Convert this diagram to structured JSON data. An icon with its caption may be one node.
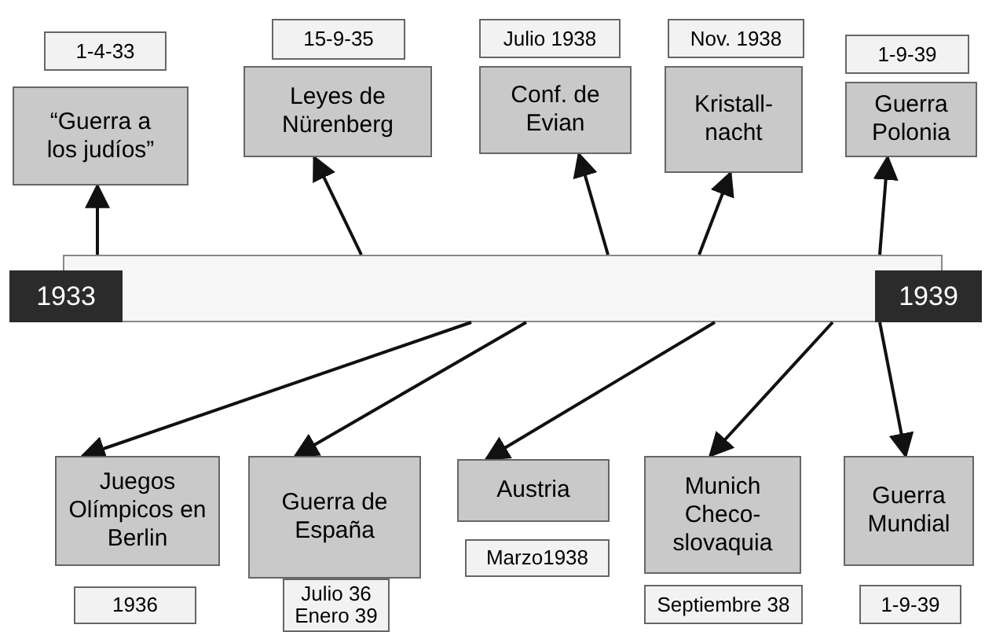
{
  "diagram": {
    "nodes": [
      {
        "text": [
          "1-4-33"
        ]
      },
      {
        "text": [
          "“Guerra a los judíos”"
        ]
      },
      {
        "text": [
          "15-9-35"
        ]
      },
      {
        "text": [
          "Leyes de Nürenberg"
        ]
      },
      {
        "text": [
          "Julio 1938"
        ]
      },
      {
        "text": [
          "Conf. de Evian"
        ]
      },
      {
        "text": [
          "Nov. 1938"
        ]
      },
      {
        "text": [
          "Kristall- nacht"
        ]
      },
      {
        "text": [
          "1-9-39"
        ]
      },
      {
        "text": [
          "Guerra Polonia"
        ]
      },
      {
        "text": [],
        "shape": "bar"
      },
      {
        "text": [
          "1933"
        ]
      },
      {
        "text": [
          "1939"
        ]
      },
      {
        "text": [
          "Juegos Olímpicos en Berlin"
        ]
      },
      {
        "text": [
          "1936"
        ]
      },
      {
        "text": [
          "Guerra de España"
        ]
      },
      {
        "text": [
          "Julio 36 Enero 39"
        ]
      },
      {
        "text": [
          "Austria"
        ]
      },
      {
        "text": [
          "Marzo1938"
        ]
      },
      {
        "text": [
          "Munich Checo- slovaquia"
        ]
      },
      {
        "text": [
          "Septiembre 38"
        ]
      },
      {
        "text": [
          "Guerra Mundial"
        ]
      },
      {
        "text": [
          "1-9-39"
        ]
      }
    ],
    "edges": [
      {
        "from": 10,
        "to": 1,
        "arrow": "to"
      },
      {
        "from": 10,
        "to": 3,
        "arrow": "to"
      },
      {
        "from": 10,
        "to": 5,
        "arrow": "to"
      },
      {
        "from": 10,
        "to": 7,
        "arrow": "to"
      },
      {
        "from": 10,
        "to": 9,
        "arrow": "to"
      },
      {
        "from": 10,
        "to": 13,
        "arrow": "to"
      },
      {
        "from": 10,
        "to": 15,
        "arrow": "to"
      },
      {
        "from": 10,
        "to": 17,
        "arrow": "to"
      },
      {
        "from": 10,
        "to": 19,
        "arrow": "to"
      },
      {
        "from": 10,
        "to": 21,
        "arrow": "to"
      }
    ]
  }
}
